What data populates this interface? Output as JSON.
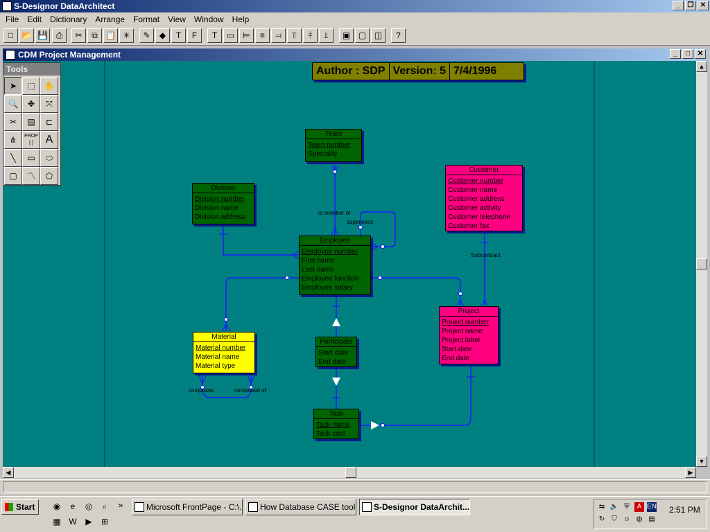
{
  "app": {
    "title": "S-Designor DataArchitect"
  },
  "menu": [
    "File",
    "Edit",
    "Dictionary",
    "Arrange",
    "Format",
    "View",
    "Window",
    "Help"
  ],
  "child_window": {
    "title": "CDM Project Management"
  },
  "tools_palette": {
    "title": "Tools",
    "items": [
      "select-icon",
      "rect-select-icon",
      "hand-icon",
      "zoom-icon",
      "zoom-fit-icon",
      "zoom-out-icon",
      "cut-icon",
      "entity-icon",
      "relation-icon",
      "inherit-icon",
      "properties-icon",
      "text-icon",
      "line-icon",
      "rectangle-icon",
      "ellipse-icon",
      "rounded-rect-icon",
      "polyline-icon",
      "polygon-icon"
    ],
    "prop_label": "PROP"
  },
  "banner": {
    "author": "Author : SDP",
    "version": "Version: 5",
    "date": "7/4/1996"
  },
  "entities": {
    "team": {
      "name": "Team",
      "attrs": [
        "Team number",
        "Speciality"
      ]
    },
    "division": {
      "name": "Division",
      "attrs": [
        "Division number",
        "Division name",
        "Division address"
      ]
    },
    "customer": {
      "name": "Customer",
      "attrs": [
        "Customer number",
        "Customer name",
        "Customer address",
        "Customer activity",
        "Customer telephone",
        "Customer fax"
      ]
    },
    "employee": {
      "name": "Employee",
      "attrs": [
        "Employee number",
        "First name",
        "Last name",
        "Employee function",
        "Employee salary"
      ]
    },
    "material": {
      "name": "Material",
      "attrs": [
        "Material number",
        "Material name",
        "Material type"
      ]
    },
    "participate": {
      "name": "Participate",
      "attrs": [
        "Start date",
        "End date"
      ]
    },
    "project": {
      "name": "Project",
      "attrs": [
        "Project number",
        "Project name",
        "Project label",
        "Start date",
        "End date"
      ]
    },
    "task": {
      "name": "Task",
      "attrs": [
        "Task name",
        "Task cost"
      ]
    }
  },
  "relation_labels": {
    "member_of": "is member of",
    "supervises": "supervises",
    "subcontract": "Subcontract",
    "composes": "composes",
    "composed_of": "composed of"
  },
  "colors": {
    "canvas": "#008080",
    "green_entity": "#006400",
    "pink_entity": "#ff0080",
    "yellow_entity": "#ffff00",
    "link": "#1a1aff"
  },
  "taskbar": {
    "start": "Start",
    "tasks": [
      "Microsoft FrontPage - C:\\...",
      "How Database CASE tool ...",
      "S-Designor DataArchit..."
    ],
    "clock": "2:51 PM",
    "lang": "EN"
  }
}
